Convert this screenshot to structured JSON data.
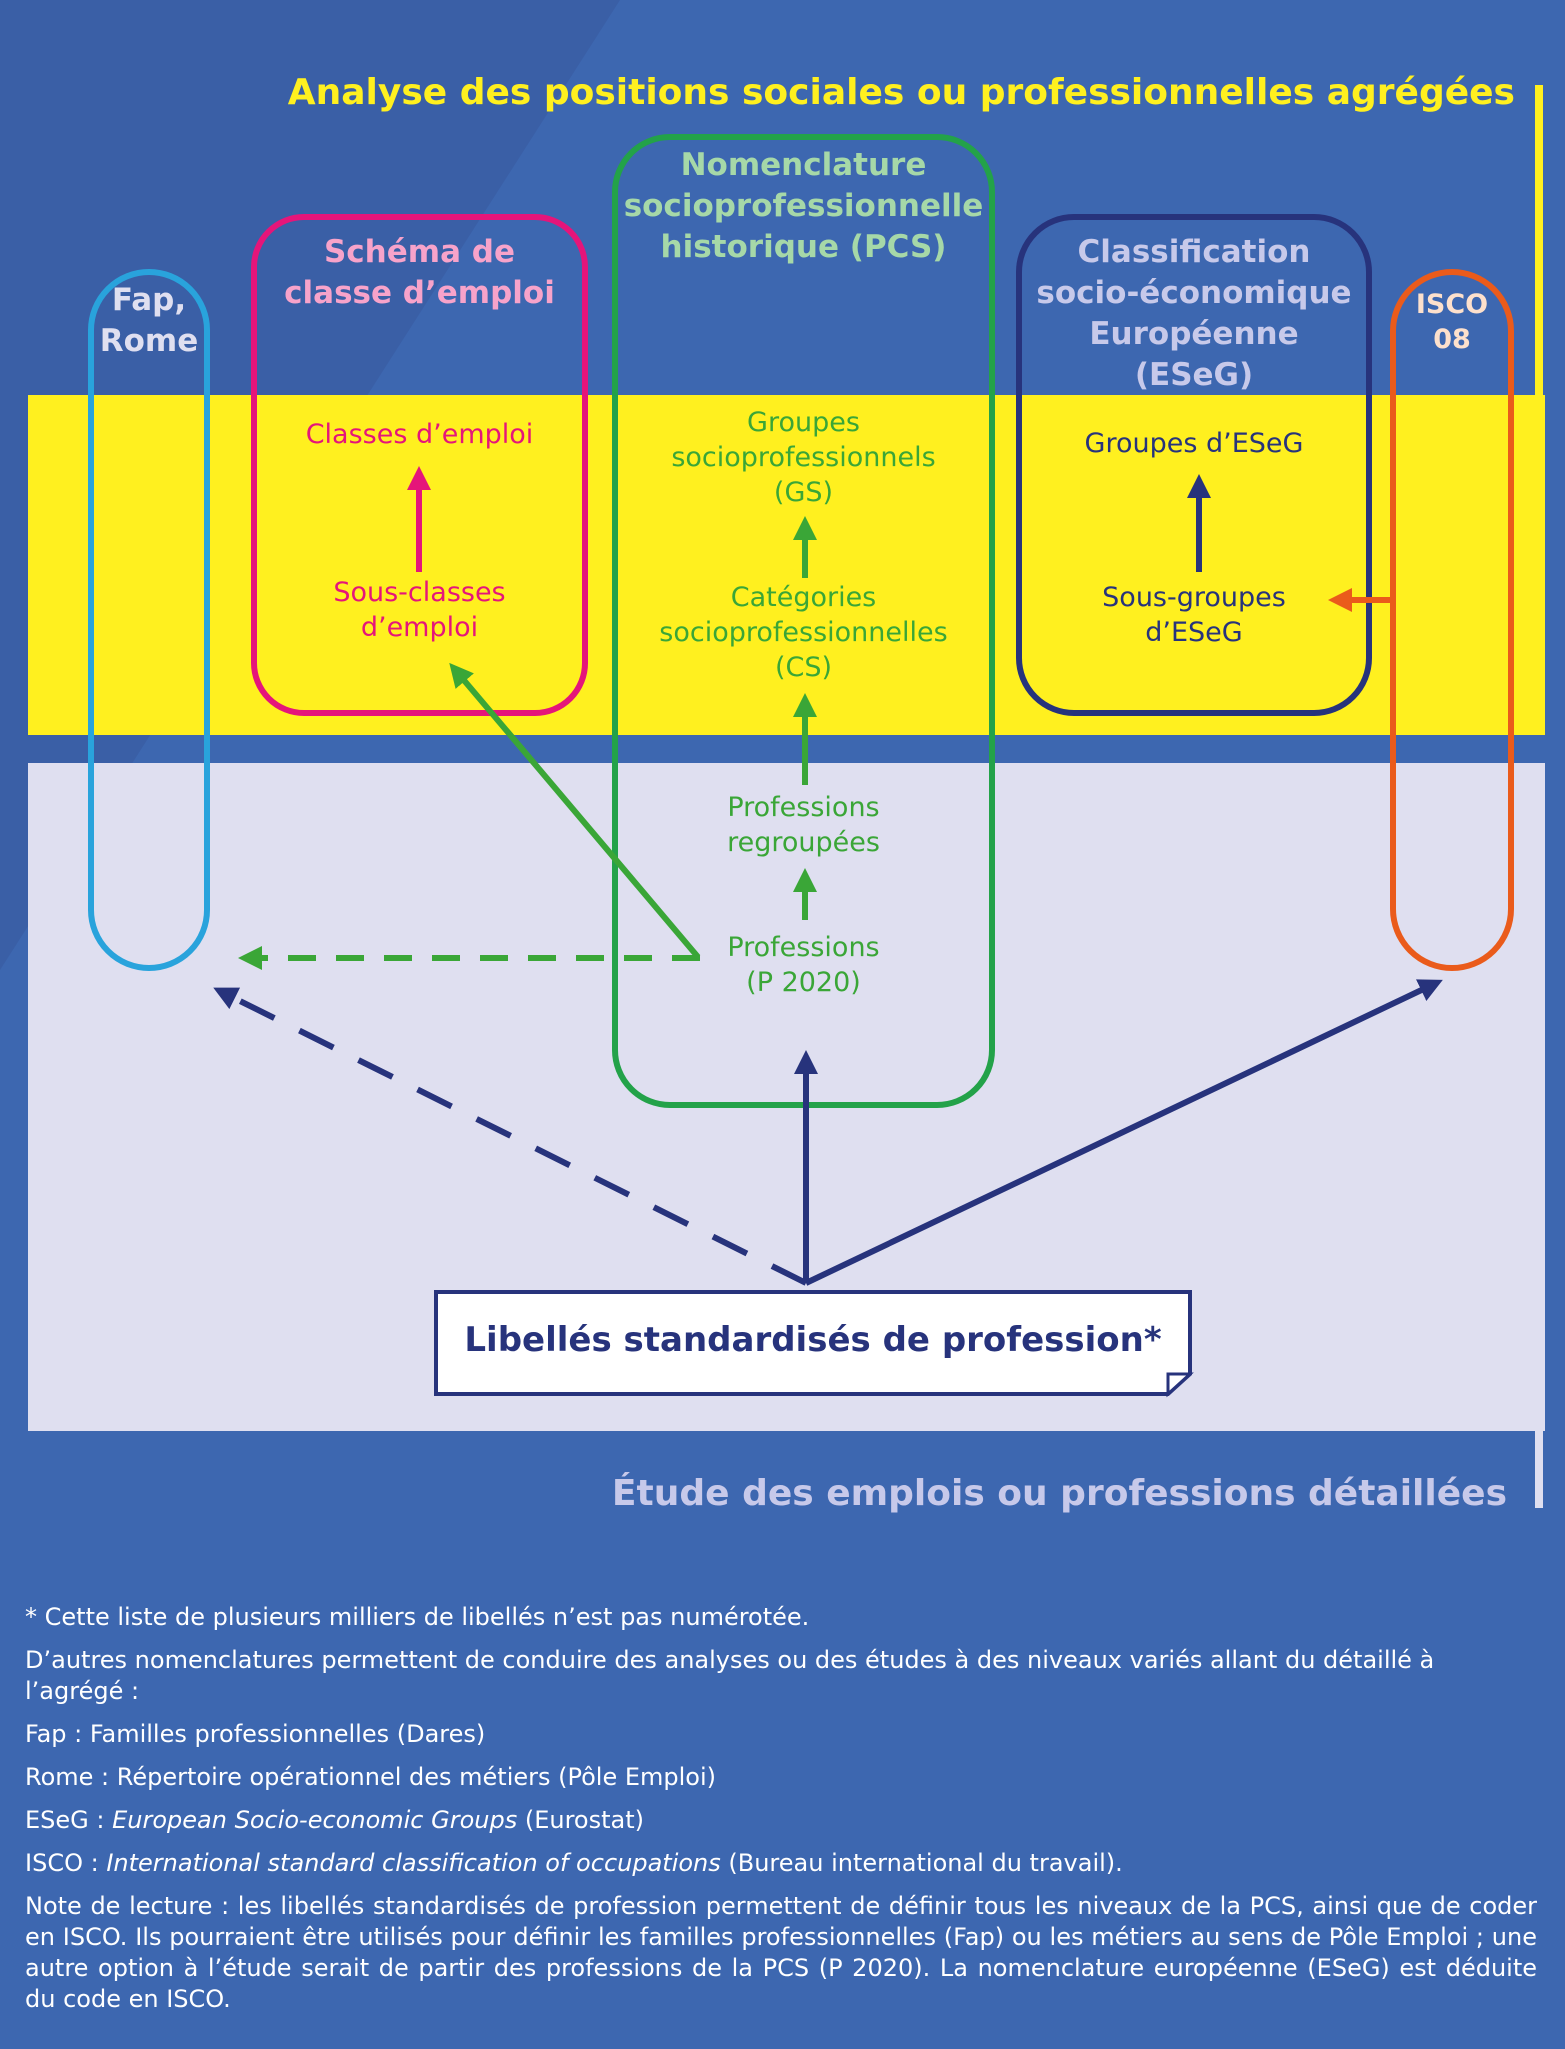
{
  "headers": {
    "top": "Analyse des positions sociales ou professionnelles agrégées",
    "bottom": "Étude des emplois ou professions détaillées"
  },
  "boxes": {
    "fap": {
      "title_line1": "Fap,",
      "title_line2": "Rome"
    },
    "schema": {
      "title_line1": "Schéma de",
      "title_line2": "classe d’emploi",
      "level_top": "Classes d’emploi",
      "level_bottom_line1": "Sous-classes",
      "level_bottom_line2": "d’emploi"
    },
    "pcs": {
      "title_line1": "Nomenclature",
      "title_line2": "socioprofessionnelle",
      "title_line3": "historique (PCS)",
      "gs_line1": "Groupes",
      "gs_line2": "socioprofessionnels",
      "gs_line3": "(GS)",
      "cs_line1": "Catégories",
      "cs_line2": "socioprofessionnelles",
      "cs_line3": "(CS)",
      "pr_line1": "Professions",
      "pr_line2": "regroupées",
      "p_line1": "Professions",
      "p_line2": "(P 2020)"
    },
    "eseg": {
      "title_line1": "Classification",
      "title_line2": "socio-économique",
      "title_line3": "Européenne",
      "title_line4": "(ESeG)",
      "level_top": "Groupes d’ESeG",
      "level_bottom_line1": "Sous-groupes",
      "level_bottom_line2": "d’ESeG"
    },
    "isco": {
      "title_line1": "ISCO",
      "title_line2": "08"
    }
  },
  "libelle": "Libellés standardisés de profession*",
  "notes": {
    "n1": "* Cette liste de plusieurs milliers de libellés n’est pas numérotée.",
    "n2": "D’autres nomenclatures permettent de conduire des analyses ou des études à des niveaux variés allant du détaillé à l’agrégé :",
    "fap": "Fap : Familles professionnelles (Dares)",
    "rome": "Rome : Répertoire opérationnel des métiers (Pôle Emploi)",
    "eseg_prefix": "ESeG : ",
    "eseg_italic": "European Socio-economic Groups",
    "eseg_suffix": " (Eurostat)",
    "isco_prefix": "ISCO : ",
    "isco_italic": "International standard classification of occupations",
    "isco_suffix": " (Bureau international du travail).",
    "reading": "Note de lecture : les libellés standardisés de profession permettent de définir tous les niveaux de la PCS, ainsi que de coder en ISCO. Ils pourraient être utilisés pour définir les familles professionnelles (Fap) ou les métiers au sens de Pôle Emploi ; une autre option à l’étude serait de partir des professions de la PCS (P 2020). La nomenclature européenne (ESeG) est déduite du code en ISCO."
  },
  "colors": {
    "background": "#3d67b0",
    "band_yellow": "#fff01f",
    "band_light": "#dfdff0",
    "fap": "#29a3dc",
    "schema": "#e5157a",
    "pcs": "#23a249",
    "pcs_text": "#3aa637",
    "eseg": "#27337c",
    "isco": "#ea5b1b"
  }
}
